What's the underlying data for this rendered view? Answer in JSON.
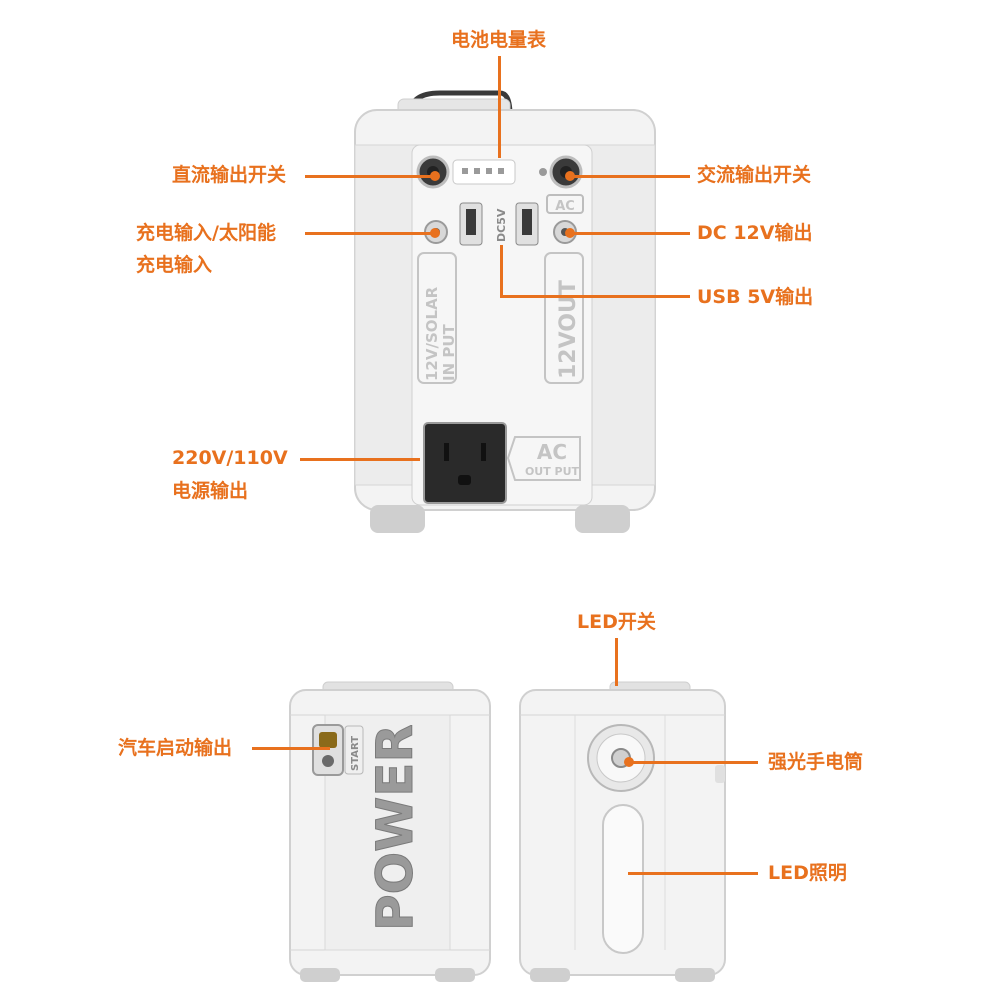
{
  "colors": {
    "accent": "#e8711e",
    "device_body": "#f2f2f2",
    "device_edge": "#d2d2d2",
    "socket": "#2a2a2a"
  },
  "front_view": {
    "callouts": {
      "battery_gauge": "电池电量表",
      "dc_output_switch": "直流输出开关",
      "ac_output_switch": "交流输出开关",
      "charge_input_line1": "充电输入/太阳能",
      "charge_input_line2": "充电输入",
      "dc_12v_output": "DC 12V输出",
      "usb_5v_output": "USB 5V输出",
      "ac_power_line1": "220V/110V",
      "ac_power_line2": "电源输出"
    },
    "panel_labels": {
      "solar_input_line1": "12V/SOLAR",
      "solar_input_line2": "IN PUT",
      "dc_out": "12VOUT",
      "dc5v": "DC5V",
      "ac_small": "AC",
      "ac_big": "AC",
      "ac_output": "OUT PUT"
    }
  },
  "side_view_left": {
    "callouts": {
      "car_start_output": "汽车启动输出"
    },
    "labels": {
      "start": "START",
      "power": "POWER"
    }
  },
  "side_view_right": {
    "callouts": {
      "led_switch": "LED开关",
      "flashlight": "强光手电筒",
      "led_lighting": "LED照明"
    }
  }
}
